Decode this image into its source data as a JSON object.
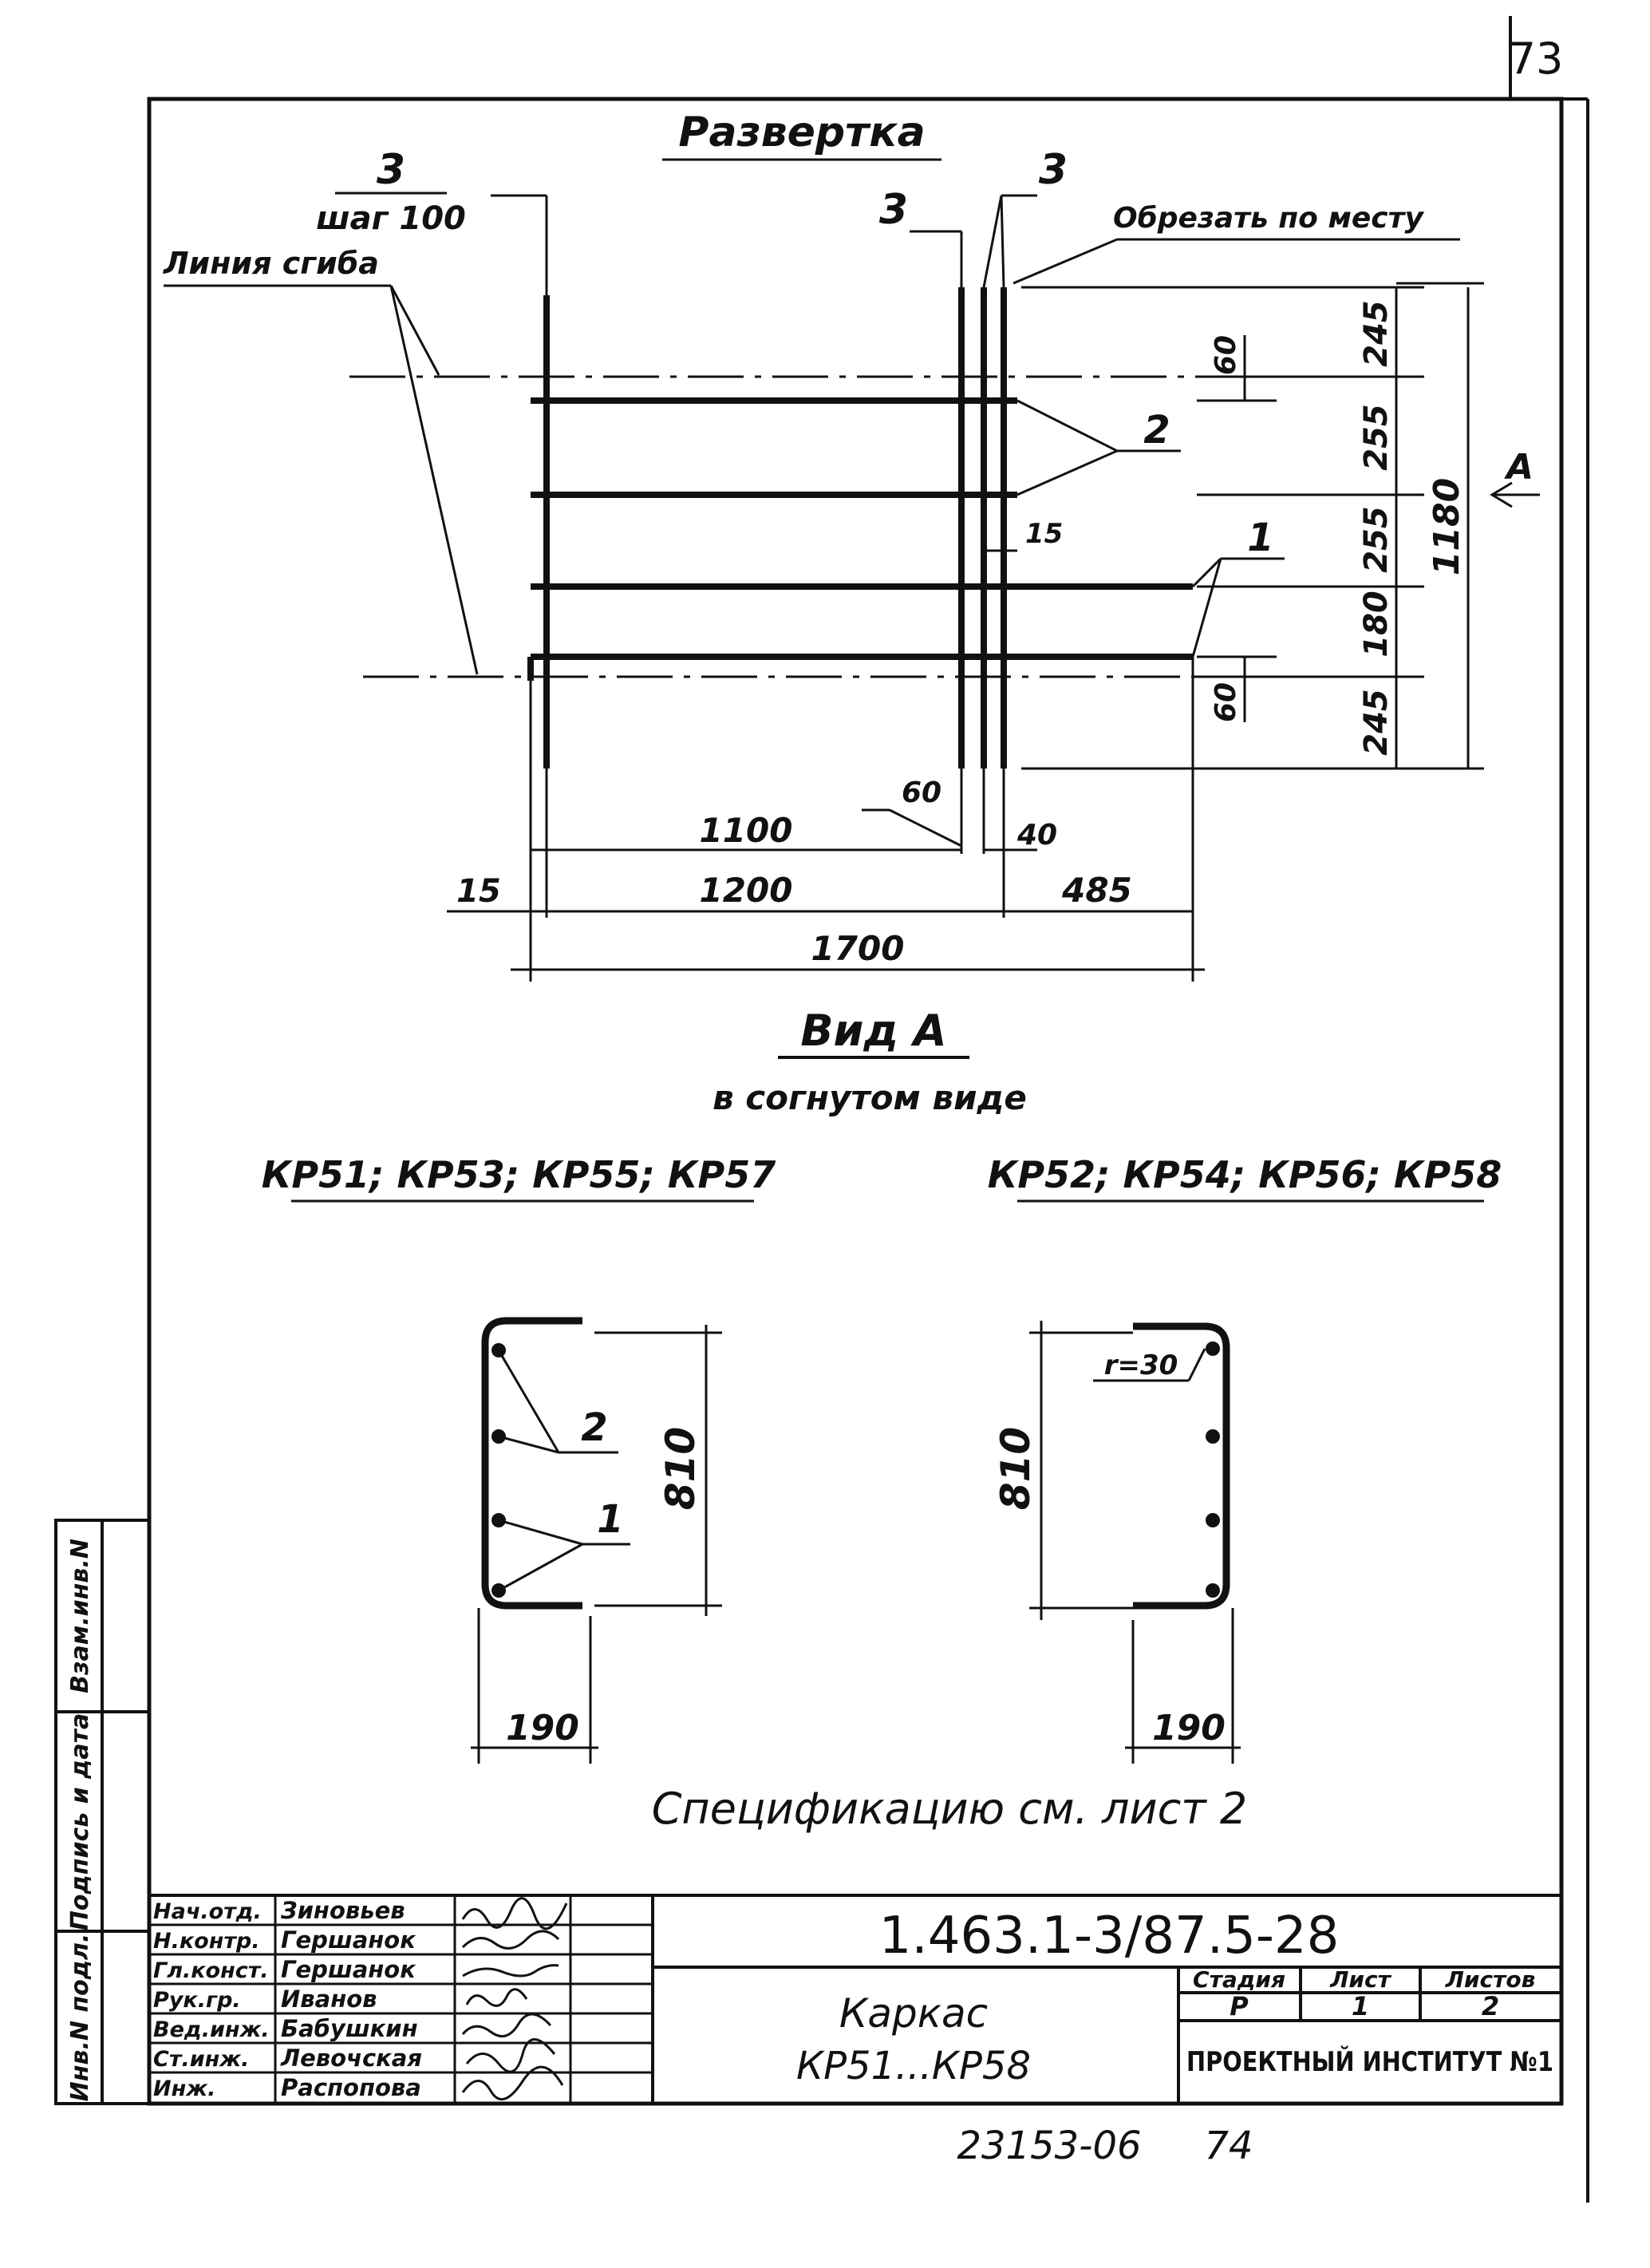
{
  "sheet_number": "73",
  "razvertka": {
    "title": "Развертка",
    "callout_3_left": "3",
    "step_label": "шаг 100",
    "callout_3_mid": "3",
    "callout_3_right": "3",
    "cut_note": "Обрезать по месту",
    "fold_line": "Линия сгиба",
    "callout_2": "2",
    "callout_1": "1",
    "view_arrow": "A",
    "dim_15_small": "15",
    "dim_60_top": "60",
    "dim_60_bottom": "60",
    "dim_60_lower": "60",
    "dim_40": "40",
    "dim_1100": "1100",
    "dim_15": "15",
    "dim_1200": "1200",
    "dim_485": "485",
    "dim_1700": "1700",
    "dim_245_top": "245",
    "dim_255_a": "255",
    "dim_255_b": "255",
    "dim_180": "180",
    "dim_245_bottom": "245",
    "dim_1180": "1180"
  },
  "view_a": {
    "title": "Вид А",
    "subtitle": "в согнутом виде",
    "left_group": "КР51; КР53; КР55; КР57",
    "right_group": "КР52; КР54; КР56; КР58",
    "callout_2": "2",
    "callout_1": "1",
    "height_left": "810",
    "height_right": "810",
    "width_left": "190",
    "width_right": "190",
    "radius": "r=30"
  },
  "spec_note": "Спецификацию см. лист 2",
  "side_stamp": {
    "inv_podl": "Инв.N подл.",
    "podpis_data": "Подпись и дата",
    "vzam_inv": "Взам.инв.N"
  },
  "title_block": {
    "signatures": [
      {
        "role": "Нач.отд.",
        "name": "Зиновьев"
      },
      {
        "role": "Н.контр.",
        "name": "Гершанок"
      },
      {
        "role": "Гл.конст.",
        "name": "Гершанок"
      },
      {
        "role": "Рук.гр.",
        "name": "Иванов"
      },
      {
        "role": "Вед.инж.",
        "name": "Бабушкин"
      },
      {
        "role": "Ст.инж.",
        "name": "Левочская"
      },
      {
        "role": "Инж.",
        "name": "Распопова"
      }
    ],
    "doc_code": "1.463.1-3/87.5-28",
    "title_line1": "Каркас",
    "title_line2": "КР51...КР58",
    "stage_header": "Стадия",
    "sheet_header": "Лист",
    "sheets_header": "Листов",
    "stage_value": "Р",
    "sheet_value": "1",
    "sheets_value": "2",
    "organization": "ПРОЕКТНЫЙ ИНСТИТУТ №1"
  },
  "footer": {
    "archive_number": "23153-06",
    "page_number": "74"
  }
}
